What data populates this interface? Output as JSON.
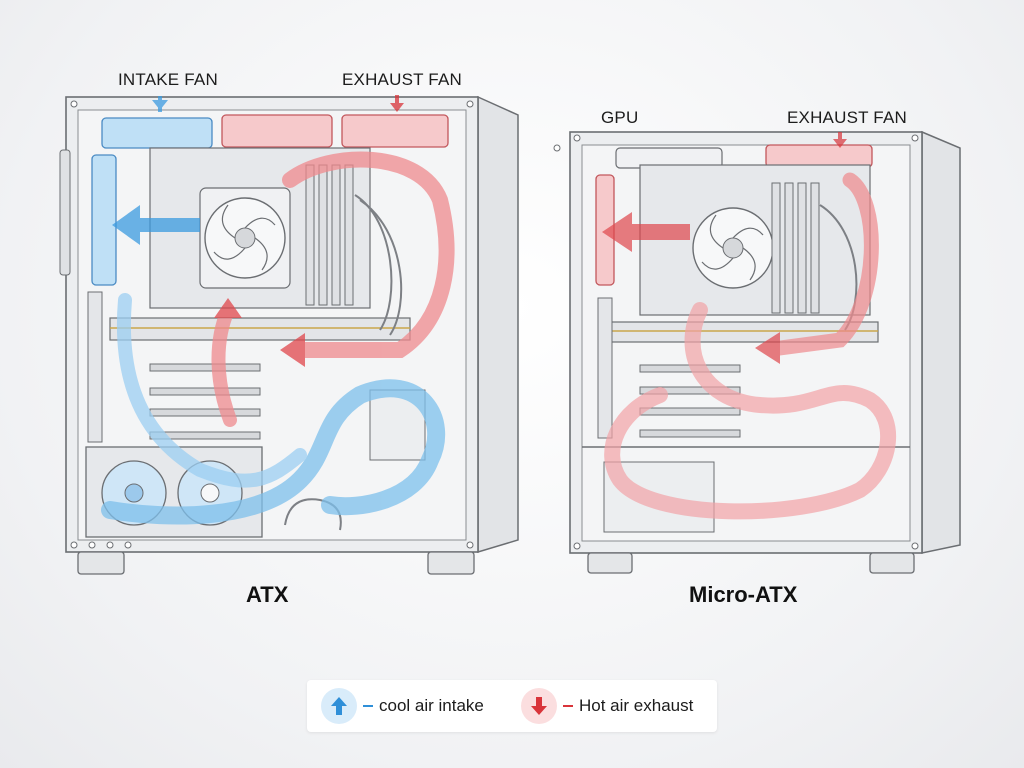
{
  "atx": {
    "intake_label": "INTAKE FAN",
    "exhaust_label": "EXHAUST FAN",
    "title": "ATX"
  },
  "matx": {
    "gpu_label": "GPU",
    "exhaust_label": "EXHAUST FAN",
    "title": "Micro-ATX"
  },
  "legend": {
    "intake": {
      "text": "cool air intake",
      "color": "#2f8fd8",
      "icon": "arrow-up-icon"
    },
    "exhaust": {
      "text": "Hot air exhaust",
      "color": "#d9343a",
      "icon": "arrow-down-icon"
    }
  },
  "colors": {
    "cool": "#3b9be0",
    "hot": "#e0474c",
    "case_line": "#6b6e72",
    "case_fill": "#eceef0"
  }
}
